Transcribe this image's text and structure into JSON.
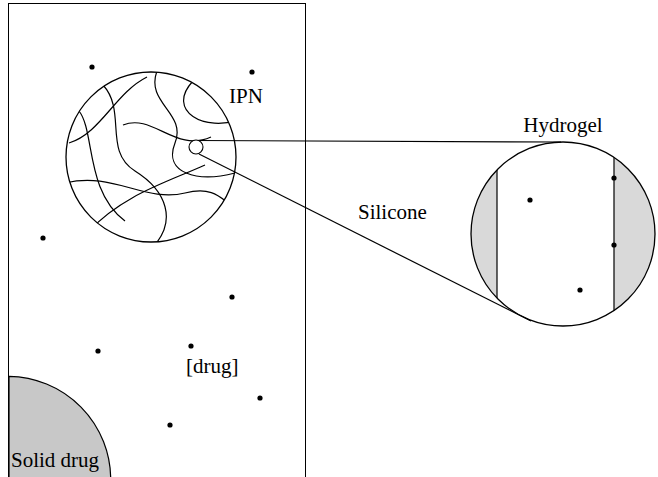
{
  "diagram": {
    "nodes": [
      {
        "text": [
          "[drug]"
        ]
      },
      {
        "text": [
          "IPN"
        ],
        "in": 0
      },
      {
        "text": [
          "Solid drug"
        ],
        "in": 0
      },
      {
        "text": [
          "Hydrogel"
        ]
      }
    ],
    "labels": [
      "Silicone"
    ]
  }
}
